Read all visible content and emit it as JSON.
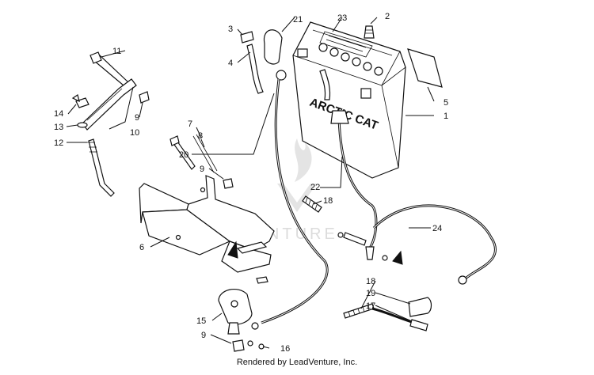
{
  "callouts": [
    "1",
    "2",
    "3",
    "4",
    "5",
    "6",
    "7",
    "8",
    "9",
    "10",
    "11",
    "12",
    "13",
    "14",
    "15",
    "16",
    "17",
    "18",
    "19",
    "20",
    "21",
    "22",
    "23",
    "24"
  ],
  "battery": {
    "brand": "ARCTIC CAT"
  },
  "watermark": {
    "text": "LEADVENTURE"
  },
  "footer": {
    "text": "Rendered by LeadVenture, Inc."
  }
}
